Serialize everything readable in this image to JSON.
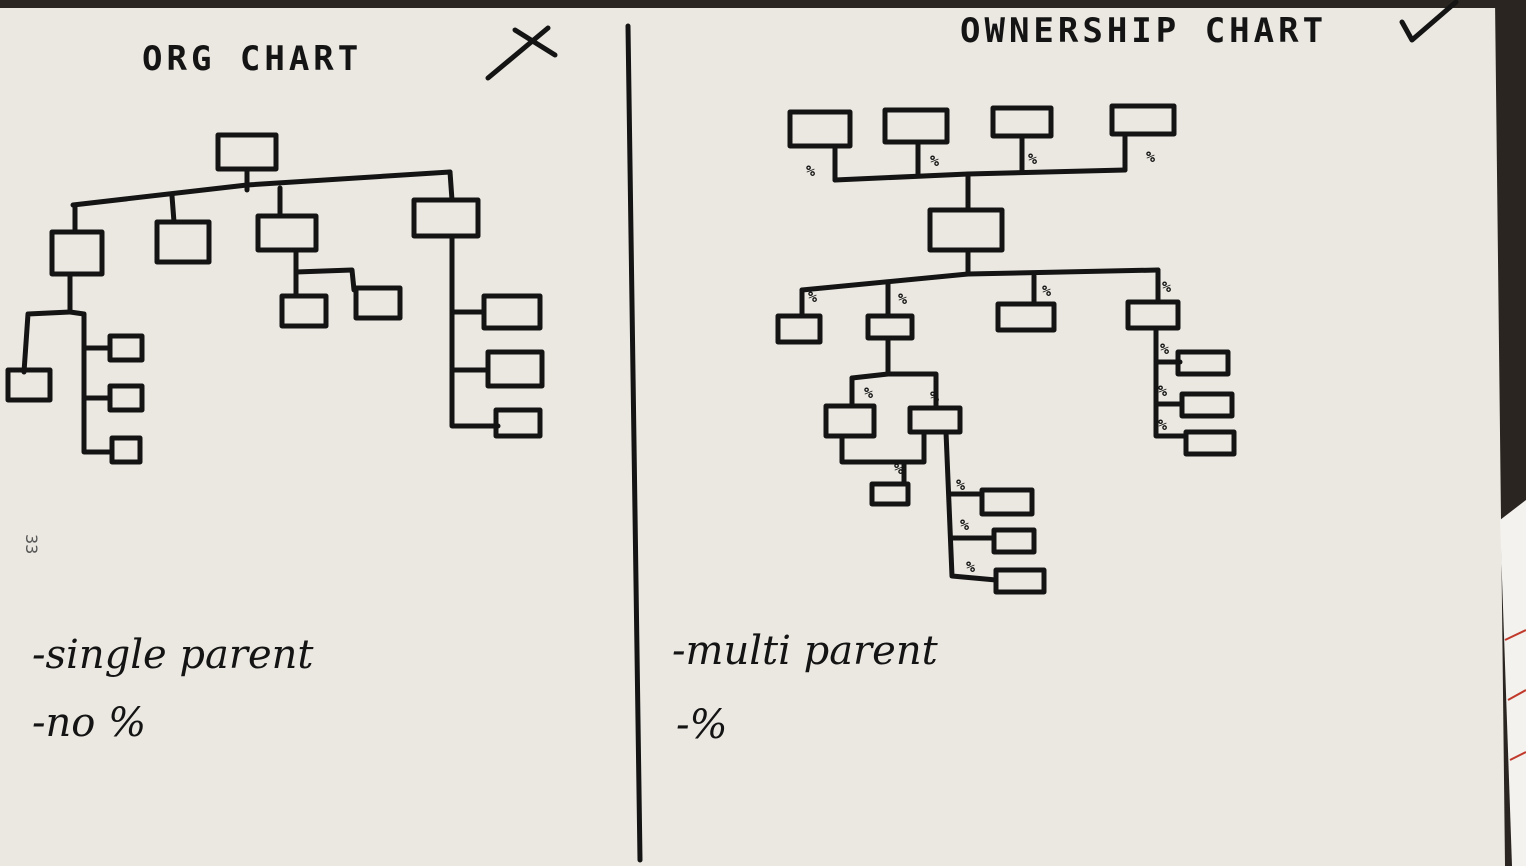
{
  "left_page": {
    "title": "ORG CHART",
    "notes": [
      "-single parent",
      "-no %"
    ],
    "page_number": "33"
  },
  "right_page": {
    "title": "OWNERSHIP CHART",
    "notes": [
      "-multi parent",
      "-%"
    ]
  },
  "percent_label": "%",
  "colors": {
    "paper": "#ebe8e1",
    "ink": "#141414",
    "background": "#1d1a17"
  }
}
